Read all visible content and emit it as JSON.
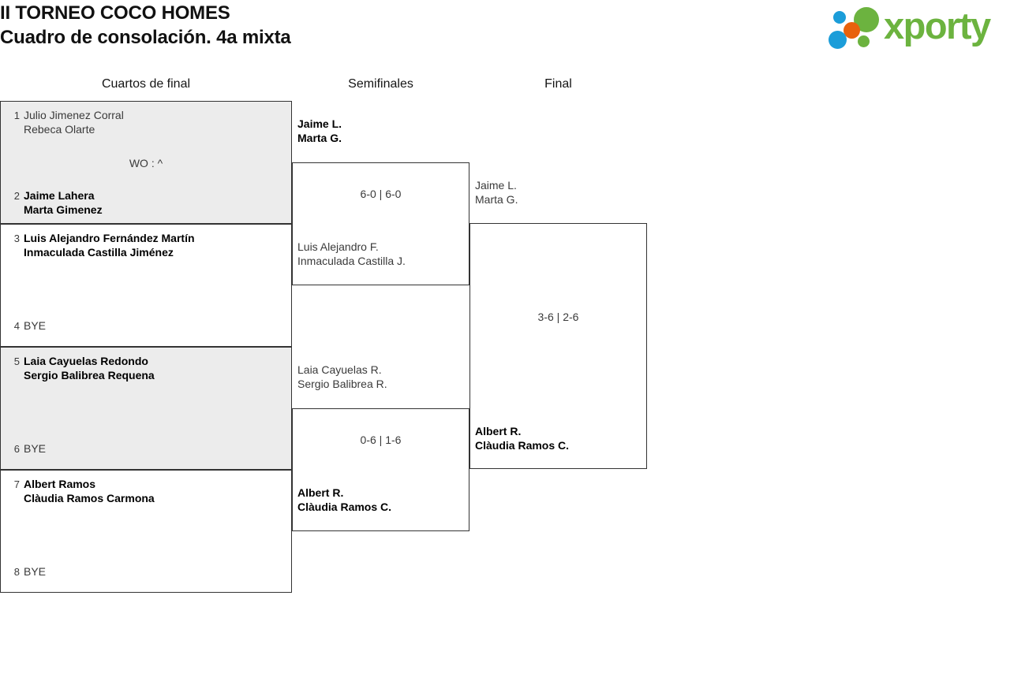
{
  "header": {
    "title_line1": "II TORNEO COCO HOMES",
    "title_line2": "Cuadro de consolación. 4a mixta",
    "logo_word": "xporty",
    "logo_colors": {
      "green": "#6cb33f",
      "blue": "#1b9dd9",
      "orange": "#e8620c"
    }
  },
  "rounds": [
    {
      "id": "r1",
      "label": "Cuartos de final"
    },
    {
      "id": "r2",
      "label": "Semifinales"
    },
    {
      "id": "r3",
      "label": "Final"
    }
  ],
  "bracket": {
    "round1": [
      {
        "score": "WO : ^",
        "top": {
          "seed": "1",
          "line1": "Julio Jimenez Corral",
          "line2": "Rebeca Olarte",
          "winner": false
        },
        "bottom": {
          "seed": "2",
          "line1": "Jaime Lahera",
          "line2": "Marta Gimenez",
          "winner": true
        }
      },
      {
        "score": "",
        "top": {
          "seed": "3",
          "line1": "Luis Alejandro Fernández Martín",
          "line2": "Inmaculada Castilla Jiménez",
          "winner": true
        },
        "bottom": {
          "seed": "4",
          "line1": "BYE",
          "line2": "",
          "winner": false
        }
      },
      {
        "score": "",
        "top": {
          "seed": "5",
          "line1": "Laia Cayuelas Redondo",
          "line2": "Sergio Balibrea Requena",
          "winner": true
        },
        "bottom": {
          "seed": "6",
          "line1": "BYE",
          "line2": "",
          "winner": false
        }
      },
      {
        "score": "",
        "top": {
          "seed": "7",
          "line1": "Albert Ramos",
          "line2": "Clàudia Ramos Carmona",
          "winner": true
        },
        "bottom": {
          "seed": "8",
          "line1": "BYE",
          "line2": "",
          "winner": false
        }
      }
    ],
    "round2": [
      {
        "score": "6-0 | 6-0",
        "top": {
          "line1": "Jaime L.",
          "line2": "Marta G.",
          "winner": true
        },
        "bottom": {
          "line1": "Luis Alejandro F.",
          "line2": "Inmaculada Castilla J.",
          "winner": false
        }
      },
      {
        "score": "0-6 | 1-6",
        "top": {
          "line1": "Laia Cayuelas R.",
          "line2": "Sergio Balibrea R.",
          "winner": false
        },
        "bottom": {
          "line1": "Albert R.",
          "line2": "Clàudia Ramos C.",
          "winner": true
        }
      }
    ],
    "round3": [
      {
        "score": "3-6 | 2-6",
        "top": {
          "line1": "Jaime L.",
          "line2": "Marta G.",
          "winner": false
        },
        "bottom": {
          "line1": "Albert R.",
          "line2": "Clàudia Ramos C.",
          "winner": true
        }
      }
    ]
  }
}
